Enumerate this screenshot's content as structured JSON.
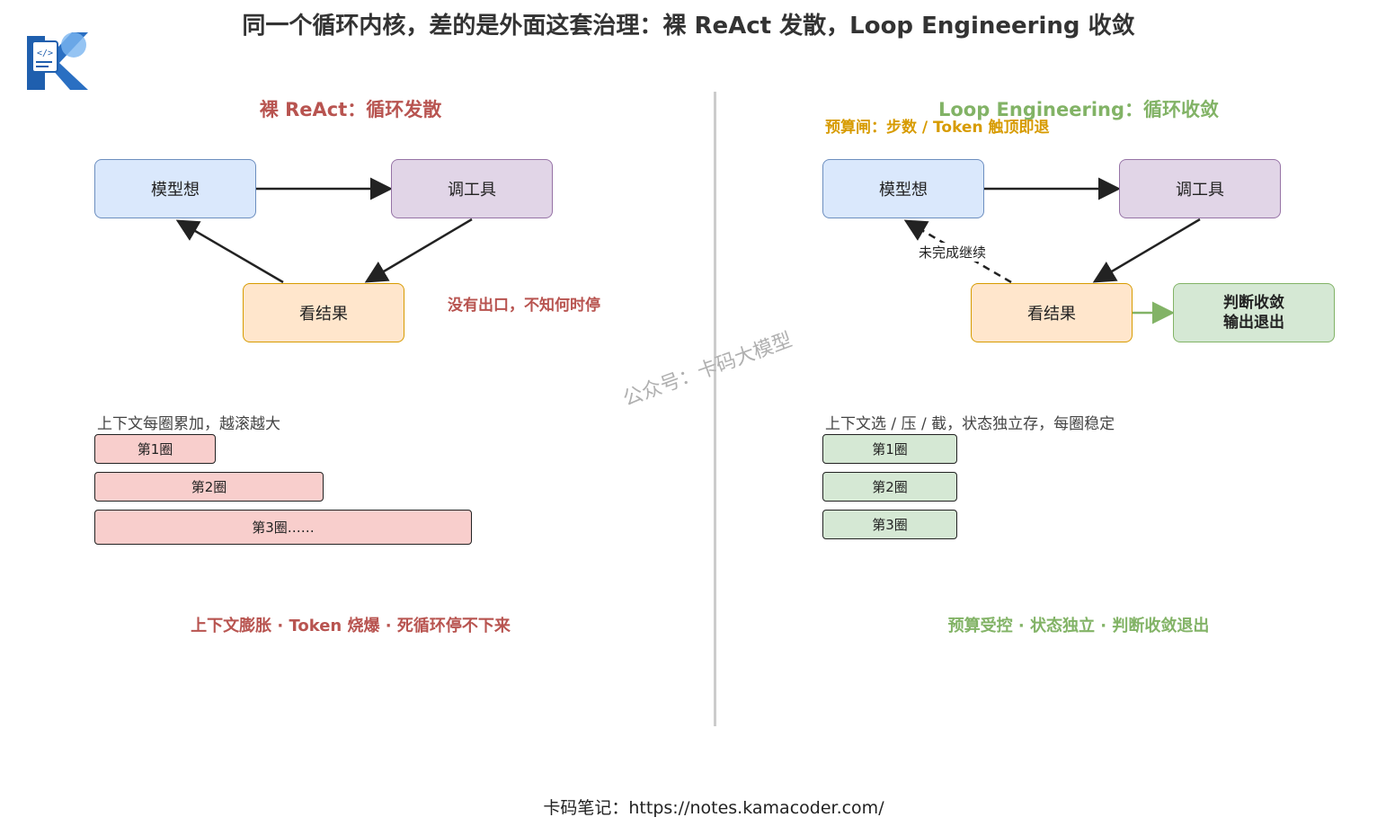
{
  "title": "同一个循环内核，差的是外面这套治理：裸 ReAct 发散，Loop Engineering 收敛",
  "logo": {
    "icon": "brain-code-K-logo",
    "colors": [
      "#1f5fae",
      "#3f8fd8",
      "#7bb5f0"
    ]
  },
  "left": {
    "heading": "裸 ReAct：循环发散",
    "heading_color": "#b85450",
    "nodes": {
      "think": "模型想",
      "tool": "调工具",
      "result": "看结果"
    },
    "no_exit_note": "没有出口，不知何时停",
    "context_note": "上下文每圈累加，越滚越大",
    "rounds": [
      "第1圈",
      "第2圈",
      "第3圈……"
    ],
    "summary": "上下文膨胀 · Token 烧爆 · 死循环停不下来"
  },
  "right": {
    "heading": "Loop Engineering：循环收敛",
    "heading_color": "#82b366",
    "budget_note": "预算闸：步数 / Token 触顶即退",
    "budget_color": "#d79b00",
    "nodes": {
      "think": "模型想",
      "tool": "调工具",
      "result": "看结果",
      "exit": "判断收敛\n输出退出"
    },
    "continue_label": "未完成继续",
    "context_note": "上下文选 / 压 / 截，状态独立存，每圈稳定",
    "rounds": [
      "第1圈",
      "第2圈",
      "第3圈"
    ],
    "summary": "预算受控 · 状态独立 · 判断收敛退出"
  },
  "watermark": "公众号：卡码大模型",
  "footer": "卡码笔记：https://notes.kamacoder.com/"
}
